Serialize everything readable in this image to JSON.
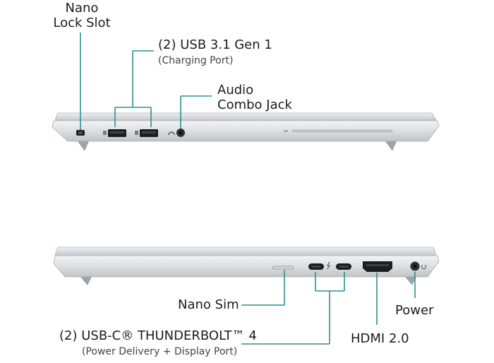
{
  "callouts": {
    "nano_lock_line1": "Nano",
    "nano_lock_line2": "Lock Slot",
    "usb_title": "(2) USB 3.1 Gen 1",
    "usb_sub": "(Charging Port)",
    "audio_line1": "Audio",
    "audio_line2": "Combo Jack",
    "nano_sim": "Nano Sim",
    "power": "Power",
    "thunderbolt_title": "(2) USB-C® THUNDERBOLT™ 4",
    "thunderbolt_sub": "(Power Delivery + Display Port)",
    "hdmi": "HDMI 2.0"
  },
  "colors": {
    "leader_line": "#2f8f8f",
    "laptop_body": "#e4e6e8",
    "port_dark": "#1b1d21"
  },
  "icons": [
    "padlock-icon",
    "usb-icon",
    "headphone-icon",
    "thunderbolt-icon",
    "hdmi-icon",
    "power-icon"
  ]
}
